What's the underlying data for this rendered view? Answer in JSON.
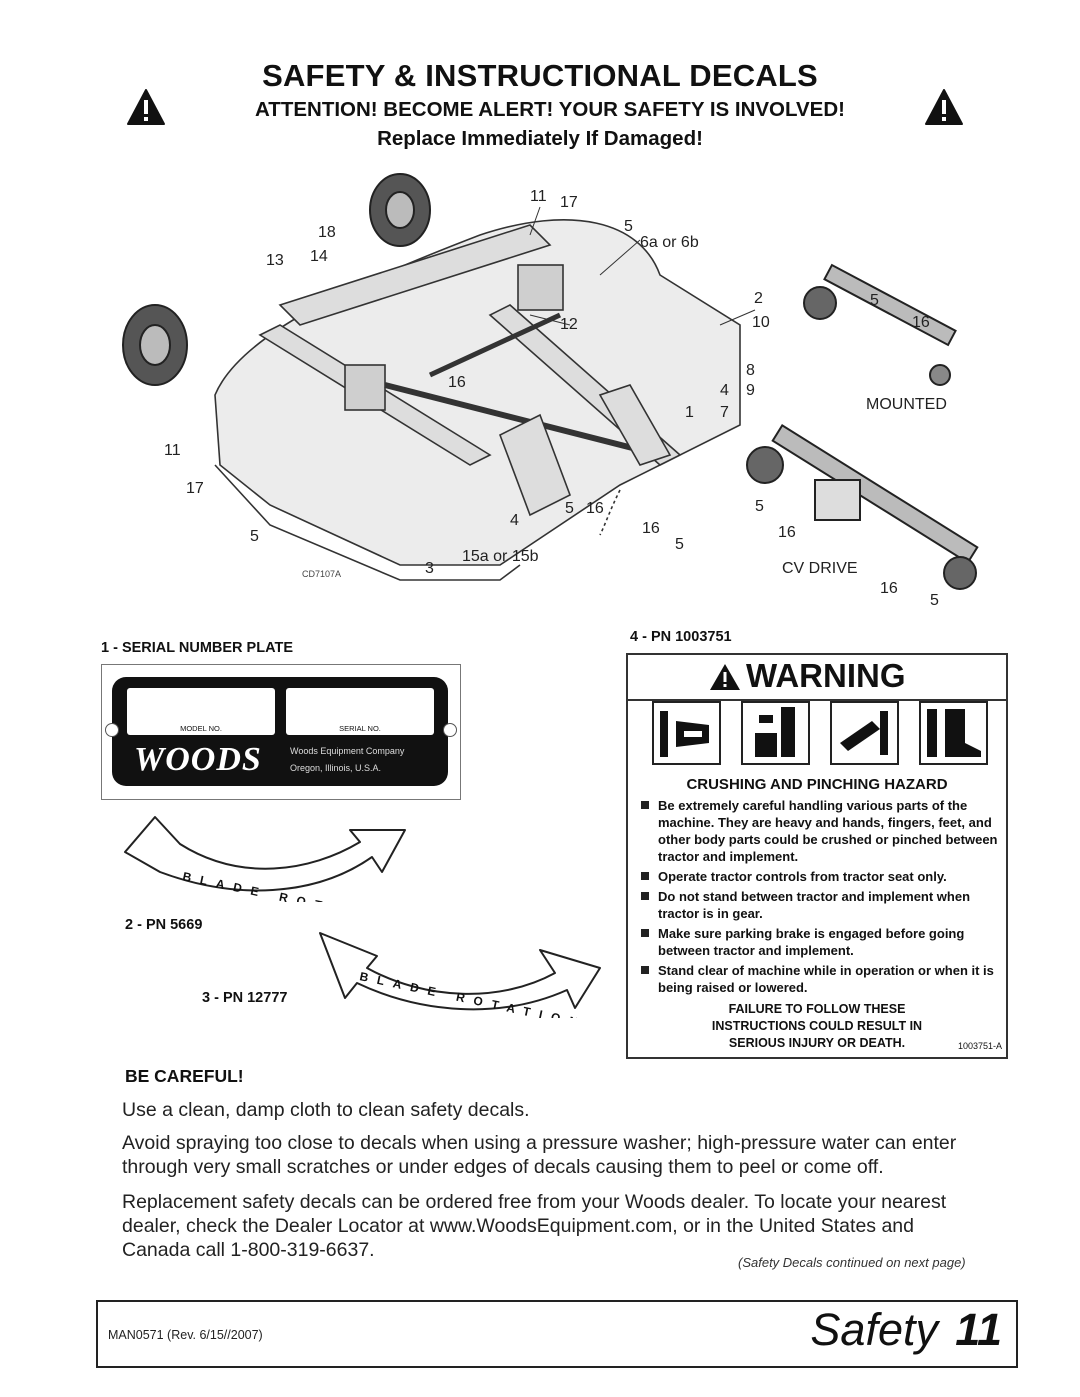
{
  "header": {
    "title": "SAFETY & INSTRUCTIONAL DECALS",
    "attention": "ATTENTION! BECOME ALERT! YOUR SAFETY IS INVOLVED!",
    "replace": "Replace Immediately If Damaged!"
  },
  "diagram": {
    "callouts": {
      "c11a": "11",
      "c17a": "17",
      "c5a": "5",
      "c6ab": "6a or 6b",
      "c18": "18",
      "c13": "13",
      "c14": "14",
      "c2": "2",
      "c10": "10",
      "c12": "12",
      "c8": "8",
      "c4a": "4",
      "c9": "9",
      "c16a": "16",
      "c1": "1",
      "c7": "7",
      "c11b": "11",
      "c17b": "17",
      "c5b": "5",
      "c16b": "16",
      "c4b": "4",
      "c5c": "5",
      "c16c": "16",
      "c16d": "16",
      "c5d": "5",
      "c3": "3",
      "c15ab": "15a or 15b",
      "code": "CD7107A",
      "m5": "5",
      "m16": "16",
      "mounted": "MOUNTED",
      "cv5a": "5",
      "cv16a": "16",
      "cvdrive": "CV DRIVE",
      "cv16b": "16",
      "cv5b": "5"
    }
  },
  "decal1": {
    "heading": "1 - SERIAL NUMBER PLATE",
    "model_label": "MODEL NO.",
    "serial_label": "SERIAL NO.",
    "brand": "WOODS",
    "company": "Woods Equipment Company",
    "location": "Oregon, Illinois, U.S.A."
  },
  "decal2": {
    "heading": "2 - PN 5669",
    "arrow_text": "BLADE ROTATION"
  },
  "decal3": {
    "heading": "3 - PN 12777",
    "arrow_text": "BLADE ROTATION"
  },
  "decal4": {
    "heading": "4 - PN 1003751",
    "banner": "WARNING",
    "hazard_title": "CRUSHING AND PINCHING HAZARD",
    "bullets": [
      "Be extremely careful handling various parts of the machine. They are heavy and hands, fingers, feet, and other body parts could be crushed or pinched between tractor and implement.",
      "Operate tractor controls from tractor seat only.",
      "Do not stand between tractor and implement when tractor is in gear.",
      "Make sure parking brake is engaged before going between tractor and implement.",
      "Stand clear of machine while in operation or when it is being raised or lowered."
    ],
    "failure": [
      "FAILURE TO FOLLOW THESE",
      "INSTRUCTIONS COULD RESULT IN",
      "SERIOUS INJURY OR DEATH."
    ],
    "code": "1003751-A"
  },
  "care": {
    "heading": "BE CAREFUL!",
    "p1": "Use a clean, damp cloth to clean safety decals.",
    "p2": "Avoid spraying too close to decals when using a pressure washer; high-pressure water can enter through very small scratches or under edges of decals causing them to peel or come off.",
    "p3": "Replacement safety decals can be ordered free from your Woods dealer. To locate your nearest dealer, check the Dealer Locator at www.WoodsEquipment.com, or in the United States and Canada call 1-800-319-6637.",
    "continued": "(Safety Decals continued on next page)"
  },
  "footer": {
    "manual": "MAN0571 (Rev. 6/15//2007)",
    "section": "Safety",
    "page": "11"
  }
}
